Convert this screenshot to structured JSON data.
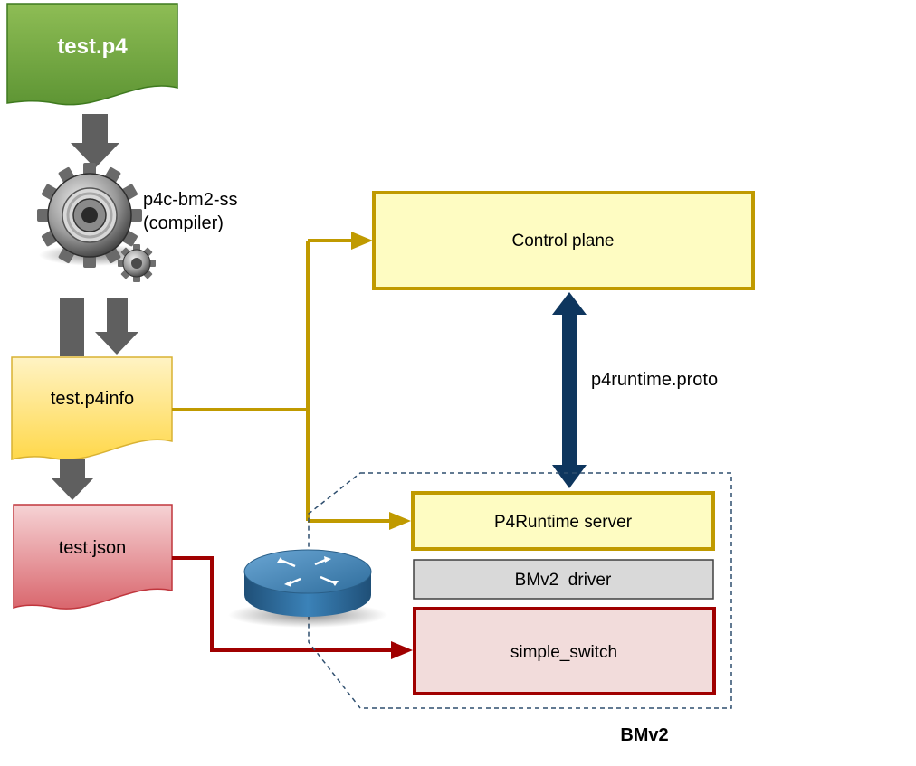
{
  "files": {
    "source": "test.p4",
    "p4info": "test.p4info",
    "json": "test.json"
  },
  "compiler": {
    "name": "p4c-bm2-ss",
    "note": "(compiler)"
  },
  "boxes": {
    "control_plane": "Control plane",
    "p4runtime_server": "P4Runtime server",
    "bmv2_driver": "BMv2  driver",
    "simple_switch": "simple_switch"
  },
  "links": {
    "p4runtime_proto": "p4runtime.proto"
  },
  "group": {
    "label": "BMv2"
  },
  "colors": {
    "green_file": "#6ea53c",
    "green_border": "#3f7a1f",
    "yellow_file": "#ffe78a",
    "yellow_border": "#d9b233",
    "red_file": "#e58a8f",
    "red_border": "#c0363d",
    "gold": "#c09a00",
    "dark_red": "#a00000",
    "navy": "#0e365e",
    "gray_arrow": "#5f5f5f",
    "light_yellow": "#fefcc2",
    "light_gray": "#d9d9d9",
    "light_pink": "#f2dcdb",
    "router_blue": "#3d7fae"
  }
}
